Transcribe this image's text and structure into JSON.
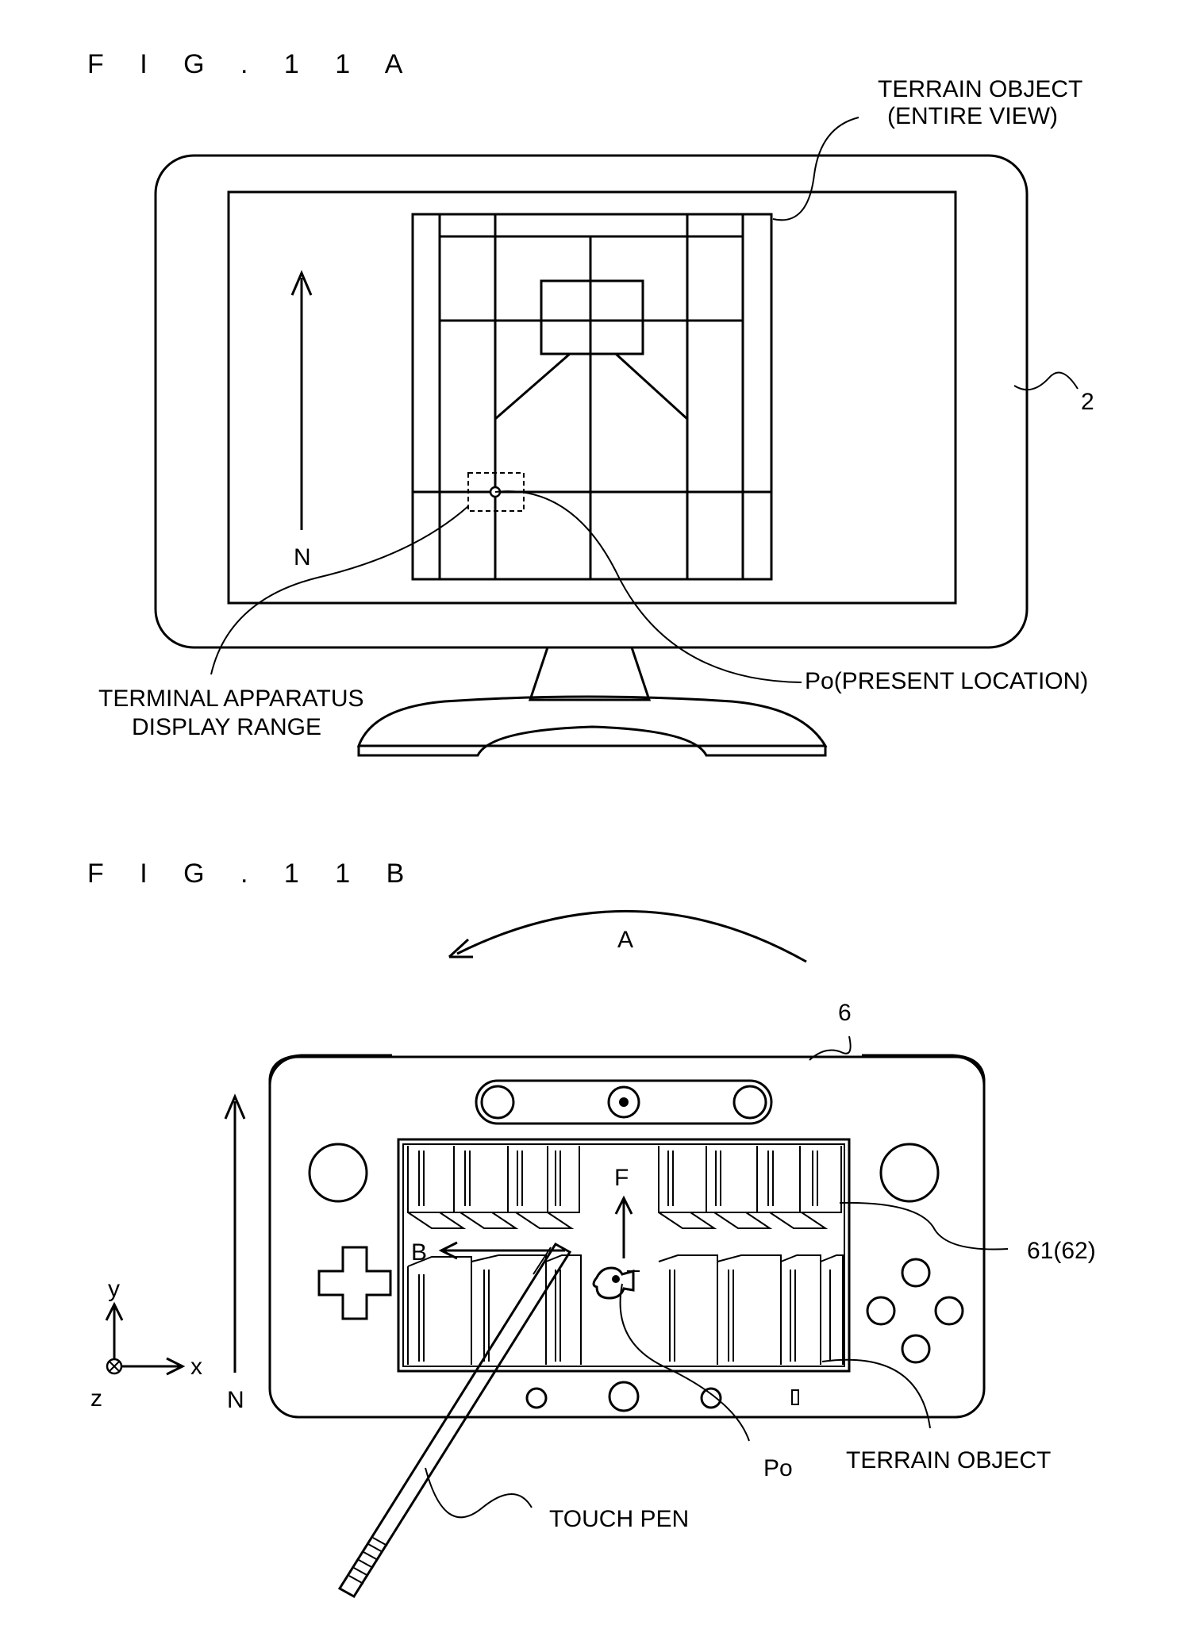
{
  "fig_a": {
    "title": "F I G .  1 1 A",
    "terrain_label_line1": "TERRAIN OBJECT",
    "terrain_label_line2": "(ENTIRE VIEW)",
    "ref_monitor": "2",
    "north": "N",
    "present_location": "Po(PRESENT LOCATION)",
    "display_range_line1": "TERMINAL APPARATUS",
    "display_range_line2": "DISPLAY RANGE"
  },
  "fig_b": {
    "title": "F I G .  1 1 B",
    "arrow_a": "A",
    "ref_terminal": "6",
    "arrow_f": "F",
    "arrow_b": "B",
    "ref_screen": "61(62)",
    "axis_y": "y",
    "axis_x": "x",
    "axis_z": "z",
    "north": "N",
    "po": "Po",
    "terrain_label": "TERRAIN OBJECT",
    "touch_pen": "TOUCH PEN"
  }
}
